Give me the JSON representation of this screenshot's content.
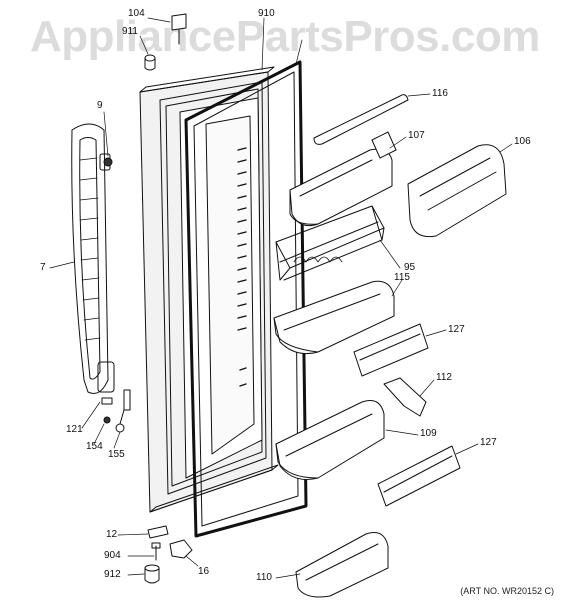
{
  "watermark": "AppliancePartsPros.com",
  "art_number": "(ART NO. WR20152 C)",
  "callouts": {
    "p104": "104",
    "p910": "910",
    "p911": "911",
    "p9": "9",
    "p7": "7",
    "p116": "116",
    "p107": "107",
    "p106": "106",
    "p95": "95",
    "p115": "115",
    "p127a": "127",
    "p112": "112",
    "p109": "109",
    "p127b": "127",
    "p121": "121",
    "p154": "154",
    "p155": "155",
    "p12": "12",
    "p904": "904",
    "p912": "912",
    "p16": "16",
    "p110": "110"
  }
}
